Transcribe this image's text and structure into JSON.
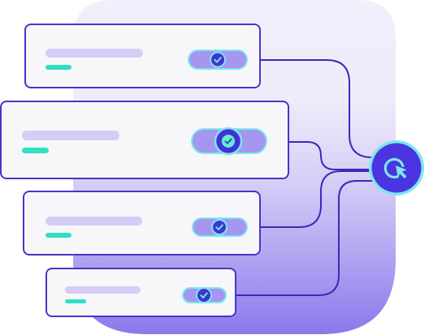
{
  "illustration": {
    "concept": "toggle-cards-connected-to-cursor-hub",
    "colors": {
      "backdrop_top": "#efebfa",
      "backdrop_bottom": "#8a79ec",
      "card_fill": "#f7f7f9",
      "card_border": "#4a34c8",
      "placeholder_text_bar": "#d6ccf7",
      "placeholder_accent_bar": "#2fe0c2",
      "toggle_track": "#a596ef",
      "toggle_track_border": "#7ce7ee",
      "toggle_knob": "#4530d8",
      "check_color": "#5ef0cf",
      "connector_line": "#3a2ab8",
      "hub_fill": "#4a35e0",
      "hub_ring": "#7ce7ee"
    },
    "cards": [
      {
        "id": "card-1",
        "toggle_state": "on",
        "icon": "check-icon"
      },
      {
        "id": "card-2",
        "toggle_state": "on",
        "icon": "check-icon"
      },
      {
        "id": "card-3",
        "toggle_state": "on",
        "icon": "check-icon"
      },
      {
        "id": "card-4",
        "toggle_state": "on",
        "icon": "check-icon"
      }
    ],
    "hub": {
      "icon": "cursor-click-icon"
    }
  }
}
